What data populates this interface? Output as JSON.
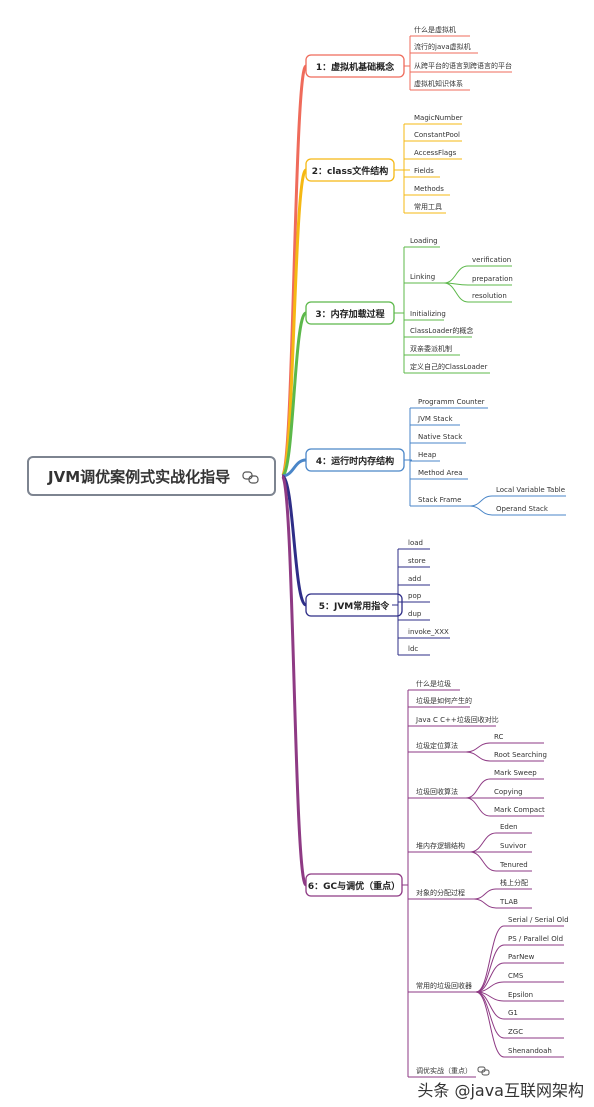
{
  "root": {
    "title": "JVM调优案例式实战化指导"
  },
  "branches": [
    {
      "label": "1：虚拟机基础概念",
      "color": "#ef6b5b",
      "children": [
        "什么是虚拟机",
        "流行的java虚拟机",
        "从跨平台的语言到跨语言的平台",
        "虚拟机知识体系"
      ]
    },
    {
      "label": "2：class文件结构",
      "color": "#f5b813",
      "children": [
        "MagicNumber",
        "ConstantPool",
        "AccessFlags",
        "Fields",
        "Methods",
        "常用工具"
      ]
    },
    {
      "label": "3：内存加载过程",
      "color": "#5cb84a",
      "children": [
        "Loading",
        "Linking",
        "Initializing",
        "ClassLoader的概念",
        "双亲委派机制",
        "定义自己的ClassLoader"
      ],
      "linking_children": [
        "verification",
        "preparation",
        "resolution"
      ]
    },
    {
      "label": "4：运行时内存结构",
      "color": "#4a86c8",
      "children": [
        "Programm Counter",
        "JVM Stack",
        "Native Stack",
        "Heap",
        "Method Area",
        "Stack Frame"
      ],
      "stackframe_children": [
        "Local Variable Table",
        "Operand Stack"
      ]
    },
    {
      "label": "5：JVM常用指令",
      "color": "#2e2d87",
      "children": [
        "load",
        "store",
        "add",
        "pop",
        "dup",
        "invoke_XXX",
        "ldc"
      ]
    },
    {
      "label": "6：GC与调优（重点）",
      "color": "#8e3a84",
      "children": [
        "什么是垃圾",
        "垃圾是如何产生的",
        "Java C C++垃圾回收对比",
        "垃圾定位算法",
        "垃圾回收算法",
        "堆内存逻辑结构",
        "对象的分配过程",
        "常用的垃圾回收器",
        "调优实战（重点）"
      ],
      "locate_children": [
        "RC",
        "Root Searching"
      ],
      "collect_children": [
        "Mark Sweep",
        "Copying",
        "Mark Compact"
      ],
      "heap_children": [
        "Eden",
        "Suvivor",
        "Tenured"
      ],
      "alloc_children": [
        "栈上分配",
        "TLAB"
      ],
      "collectors_children": [
        "Serial / Serial Old",
        "PS / Parallel Old",
        "ParNew",
        "CMS",
        "Epsilon",
        "G1",
        "ZGC",
        "Shenandoah"
      ]
    }
  ],
  "watermark": "头条 @java互联网架构"
}
